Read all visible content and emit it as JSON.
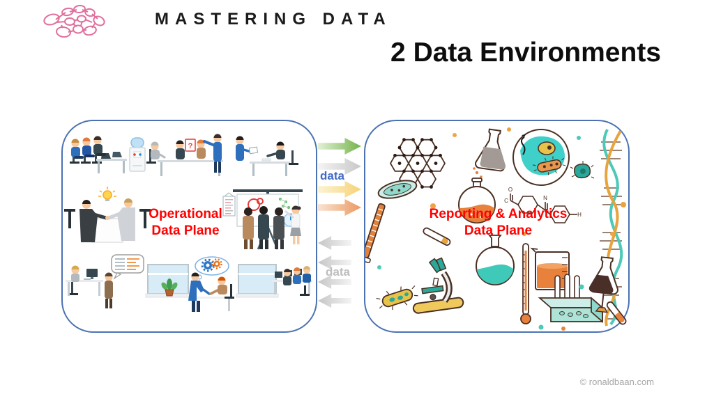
{
  "header": {
    "brand": "MASTERING DATA",
    "title": "2 Data Environments"
  },
  "logo": {
    "name": "pink-molecule-cluster-logo",
    "color": "#e06f9d"
  },
  "left_panel": {
    "label_line1": "Operational",
    "label_line2": "Data Plane",
    "label_color": "#ff0000",
    "question_card": "?",
    "scenes": [
      "team-at-desks",
      "water-cooler",
      "meeting-table",
      "question-card",
      "pointing-manager",
      "document-handoff",
      "handshake-deal",
      "idea-lightbulb",
      "presentation-screen",
      "flipchart",
      "audience",
      "presenter",
      "desk-worker",
      "thinking-employee",
      "speech-bubble-list",
      "office-window",
      "office-plant",
      "desk-discussion",
      "thought-bubble-gears",
      "workstations-row"
    ]
  },
  "right_panel": {
    "label_line1": "Reporting & Analytics",
    "label_line2": "Data Plane",
    "label_color": "#ff0000",
    "formula_atoms": [
      "O",
      "C",
      "N",
      "H"
    ],
    "items": [
      "molecule-lattice",
      "gray-erlenmeyer-flask",
      "microbes-magnified",
      "teal-amoeba",
      "dna-helix",
      "petri-dish",
      "tilted-burette",
      "orange-round-flask",
      "chemical-formula",
      "small-test-tube",
      "microscope",
      "bacteria-pill",
      "teal-round-flask",
      "thermometer",
      "orange-beaker",
      "test-tube-rack",
      "dark-erlenmeyer-flask",
      "tilted-orange-tube"
    ]
  },
  "flows": {
    "outbound_label": "data",
    "outbound_label_color": "#3f6bc4",
    "inbound_label": "data",
    "inbound_label_color": "#bdbdbd",
    "outbound_arrows": [
      {
        "name": "green-arrow",
        "color": "#74b44a"
      },
      {
        "name": "gray-arrow",
        "color": "#c8c8c8"
      },
      {
        "name": "yellow-arrow",
        "color": "#f6d278"
      },
      {
        "name": "orange-arrow",
        "color": "#ea9a62"
      }
    ],
    "inbound_arrows": [
      {
        "name": "gray-arrow",
        "color": "#c6c6c6"
      },
      {
        "name": "gray-arrow",
        "color": "#c6c6c6"
      },
      {
        "name": "gray-arrow",
        "color": "#c6c6c6"
      },
      {
        "name": "gray-arrow",
        "color": "#c6c6c6"
      }
    ]
  },
  "footer": {
    "watermark": "© ronaldbaan.com"
  },
  "style": {
    "panel_border": "#4a72b3",
    "accent_red": "#ff0000"
  }
}
